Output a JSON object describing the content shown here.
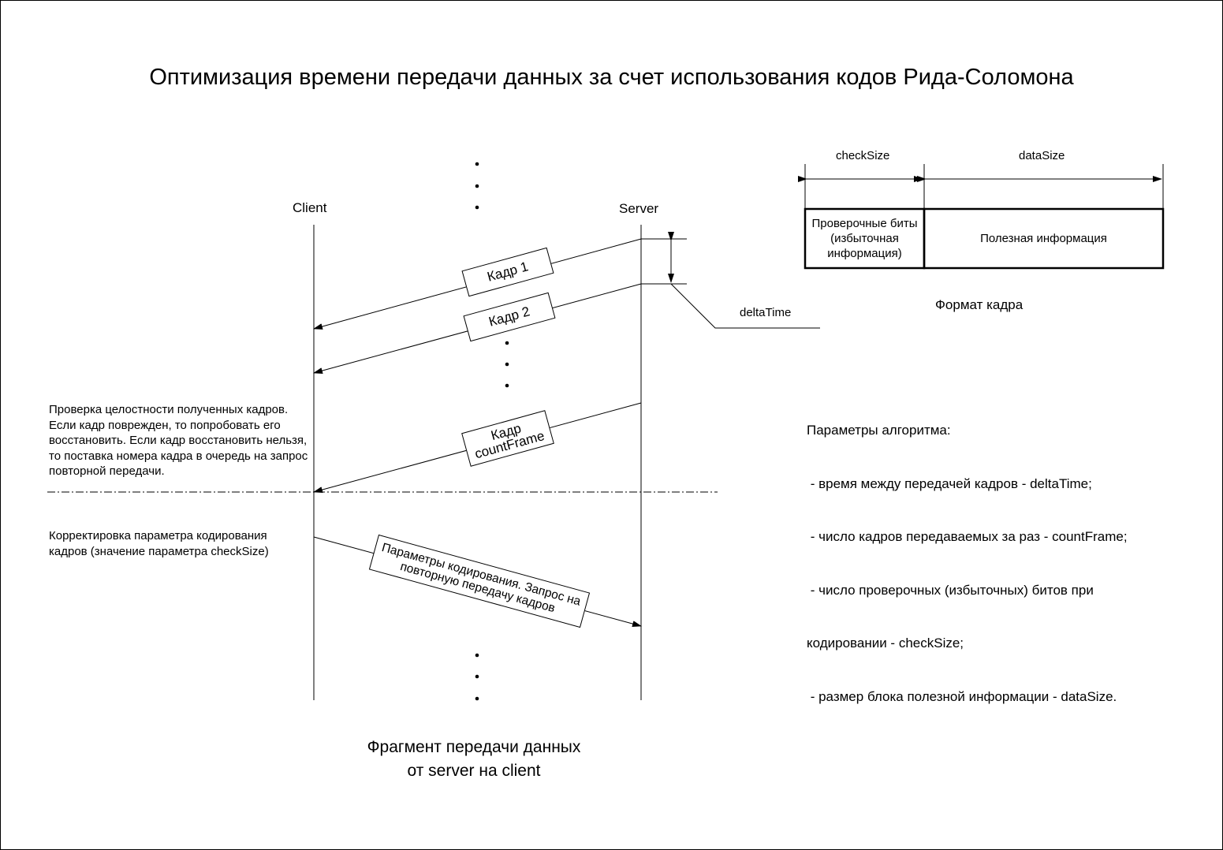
{
  "title": "Оптимизация времени передачи данных за счет использования кодов Рида-Соломона",
  "lifelines": {
    "client": "Client",
    "server": "Server"
  },
  "messages": {
    "frame1": "Кадр 1",
    "frame2": "Кадр 2",
    "frame_count_line1": "Кадр",
    "frame_count_line2": "countFrame",
    "request_line1": "Параметры кодирования. Запрос на",
    "request_line2": "повторную передачу кадров"
  },
  "delta_time_label": "deltaTime",
  "notes": {
    "integrity_check": "Проверка целостности полученных кадров. Если кадр поврежден, то попробовать его восстановить. Если кадр восстановить нельзя, то поставка номера кадра в очередь на запрос повторной передачи.",
    "correction": "Корректировка параметра кодирования кадров (значение параметра checkSize)"
  },
  "frame_format": {
    "check_size_label": "checkSize",
    "data_size_label": "dataSize",
    "check_cell": "Проверочные биты (избыточная информация)",
    "data_cell": "Полезная информация",
    "caption": "Формат кадра"
  },
  "algorithm_params": {
    "heading": "Параметры алгоритма:",
    "items": [
      " - время между передачей кадров - deltaTime;",
      " - число кадров передаваемых за раз - countFrame;",
      " - число проверочных (избыточных) битов при",
      "кодировании - checkSize;",
      " - размер блока полезной информации - dataSize."
    ]
  },
  "fragment_caption": {
    "line1": "Фрагмент передачи данных",
    "line2": "от server на client"
  }
}
